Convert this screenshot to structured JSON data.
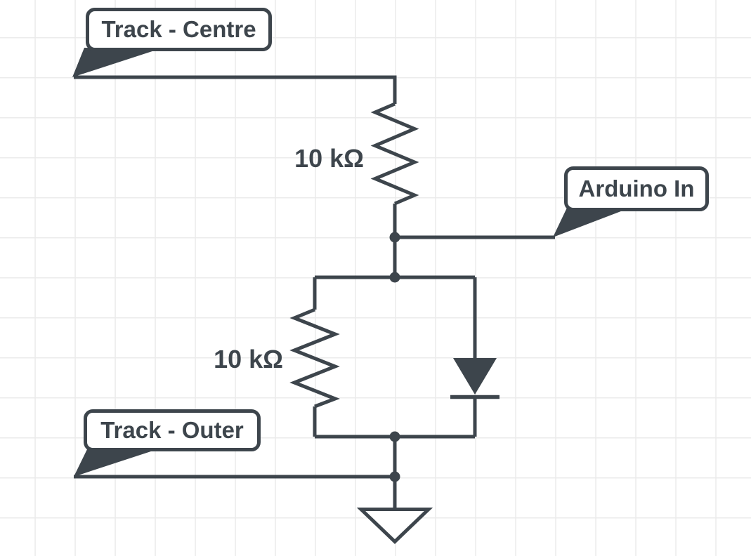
{
  "callouts": {
    "track_centre": {
      "label": "Track - Centre"
    },
    "arduino_in": {
      "label": "Arduino In"
    },
    "track_outer": {
      "label": "Track - Outer"
    }
  },
  "components": {
    "resistor_top": {
      "type": "resistor",
      "value": "10 kΩ"
    },
    "resistor_bottom": {
      "type": "resistor",
      "value": "10 kΩ"
    },
    "diode": {
      "type": "diode"
    },
    "ground": {
      "type": "ground"
    }
  },
  "colors": {
    "stroke": "#3D454C",
    "grid_line": "#ebebeb",
    "background": "#ffffff",
    "callout_fill": "#ffffff"
  }
}
